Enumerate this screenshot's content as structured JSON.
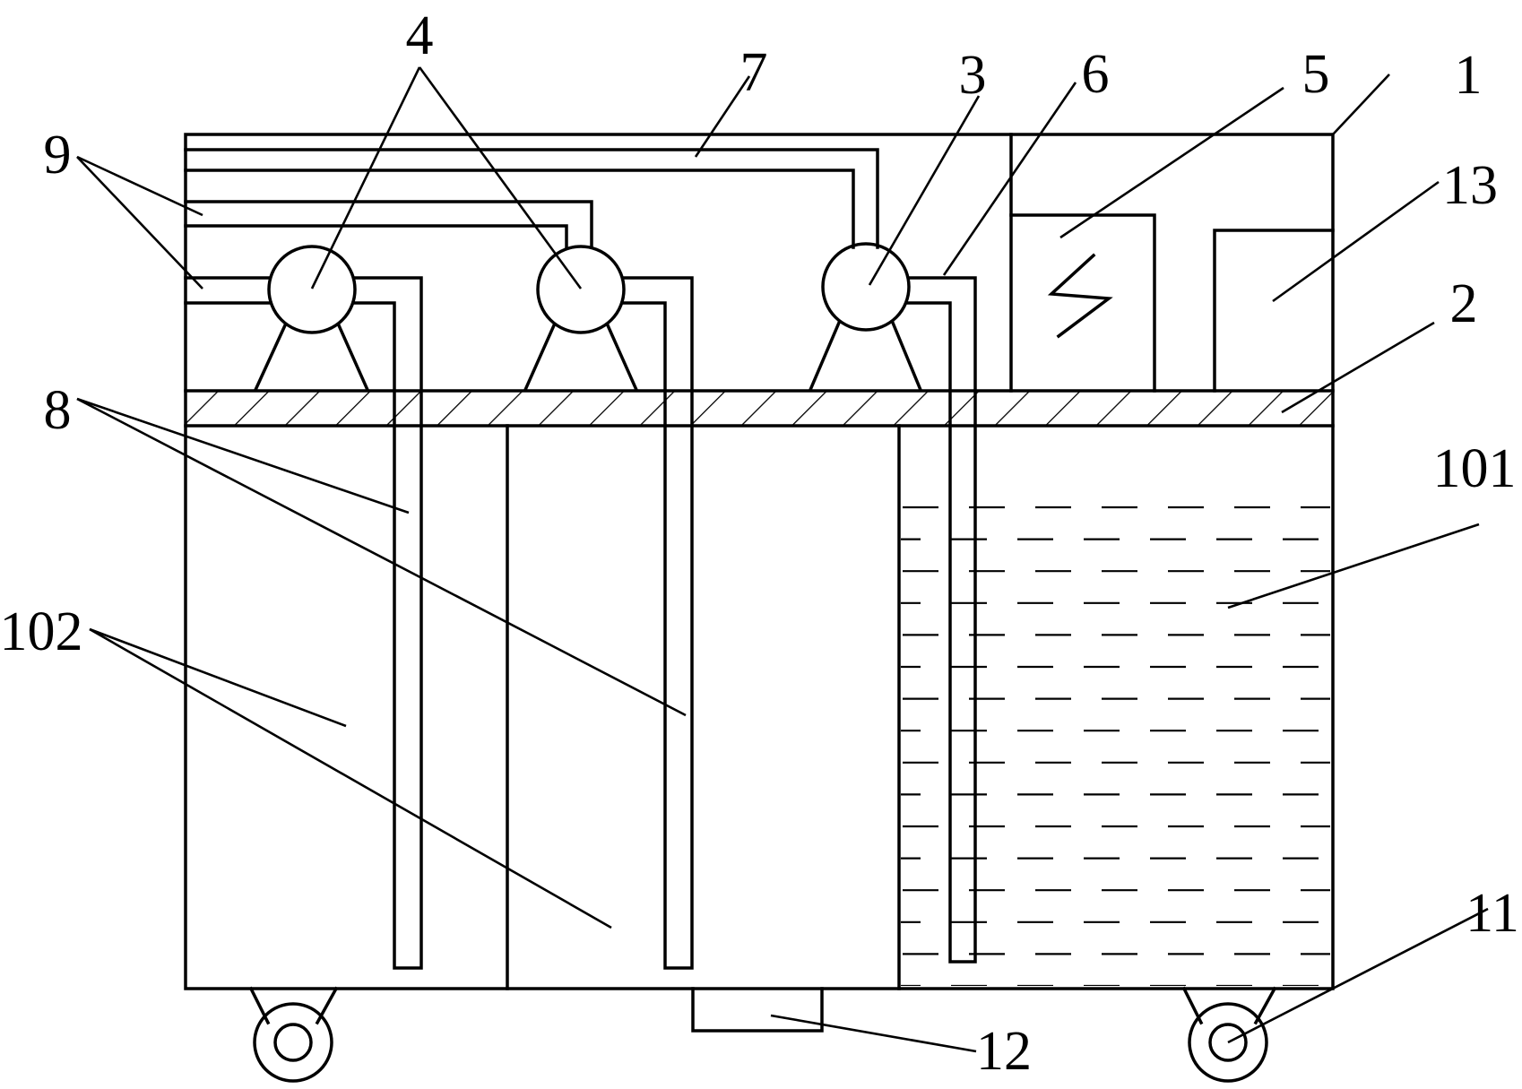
{
  "labels": {
    "l1": "1",
    "l2": "2",
    "l3": "3",
    "l4": "4",
    "l5": "5",
    "l6": "6",
    "l7": "7",
    "l8": "8",
    "l9": "9",
    "l11": "11",
    "l12": "12",
    "l13": "13",
    "l101": "101",
    "l102": "102"
  },
  "colors": {
    "line": "#000000",
    "background": "#ffffff"
  }
}
